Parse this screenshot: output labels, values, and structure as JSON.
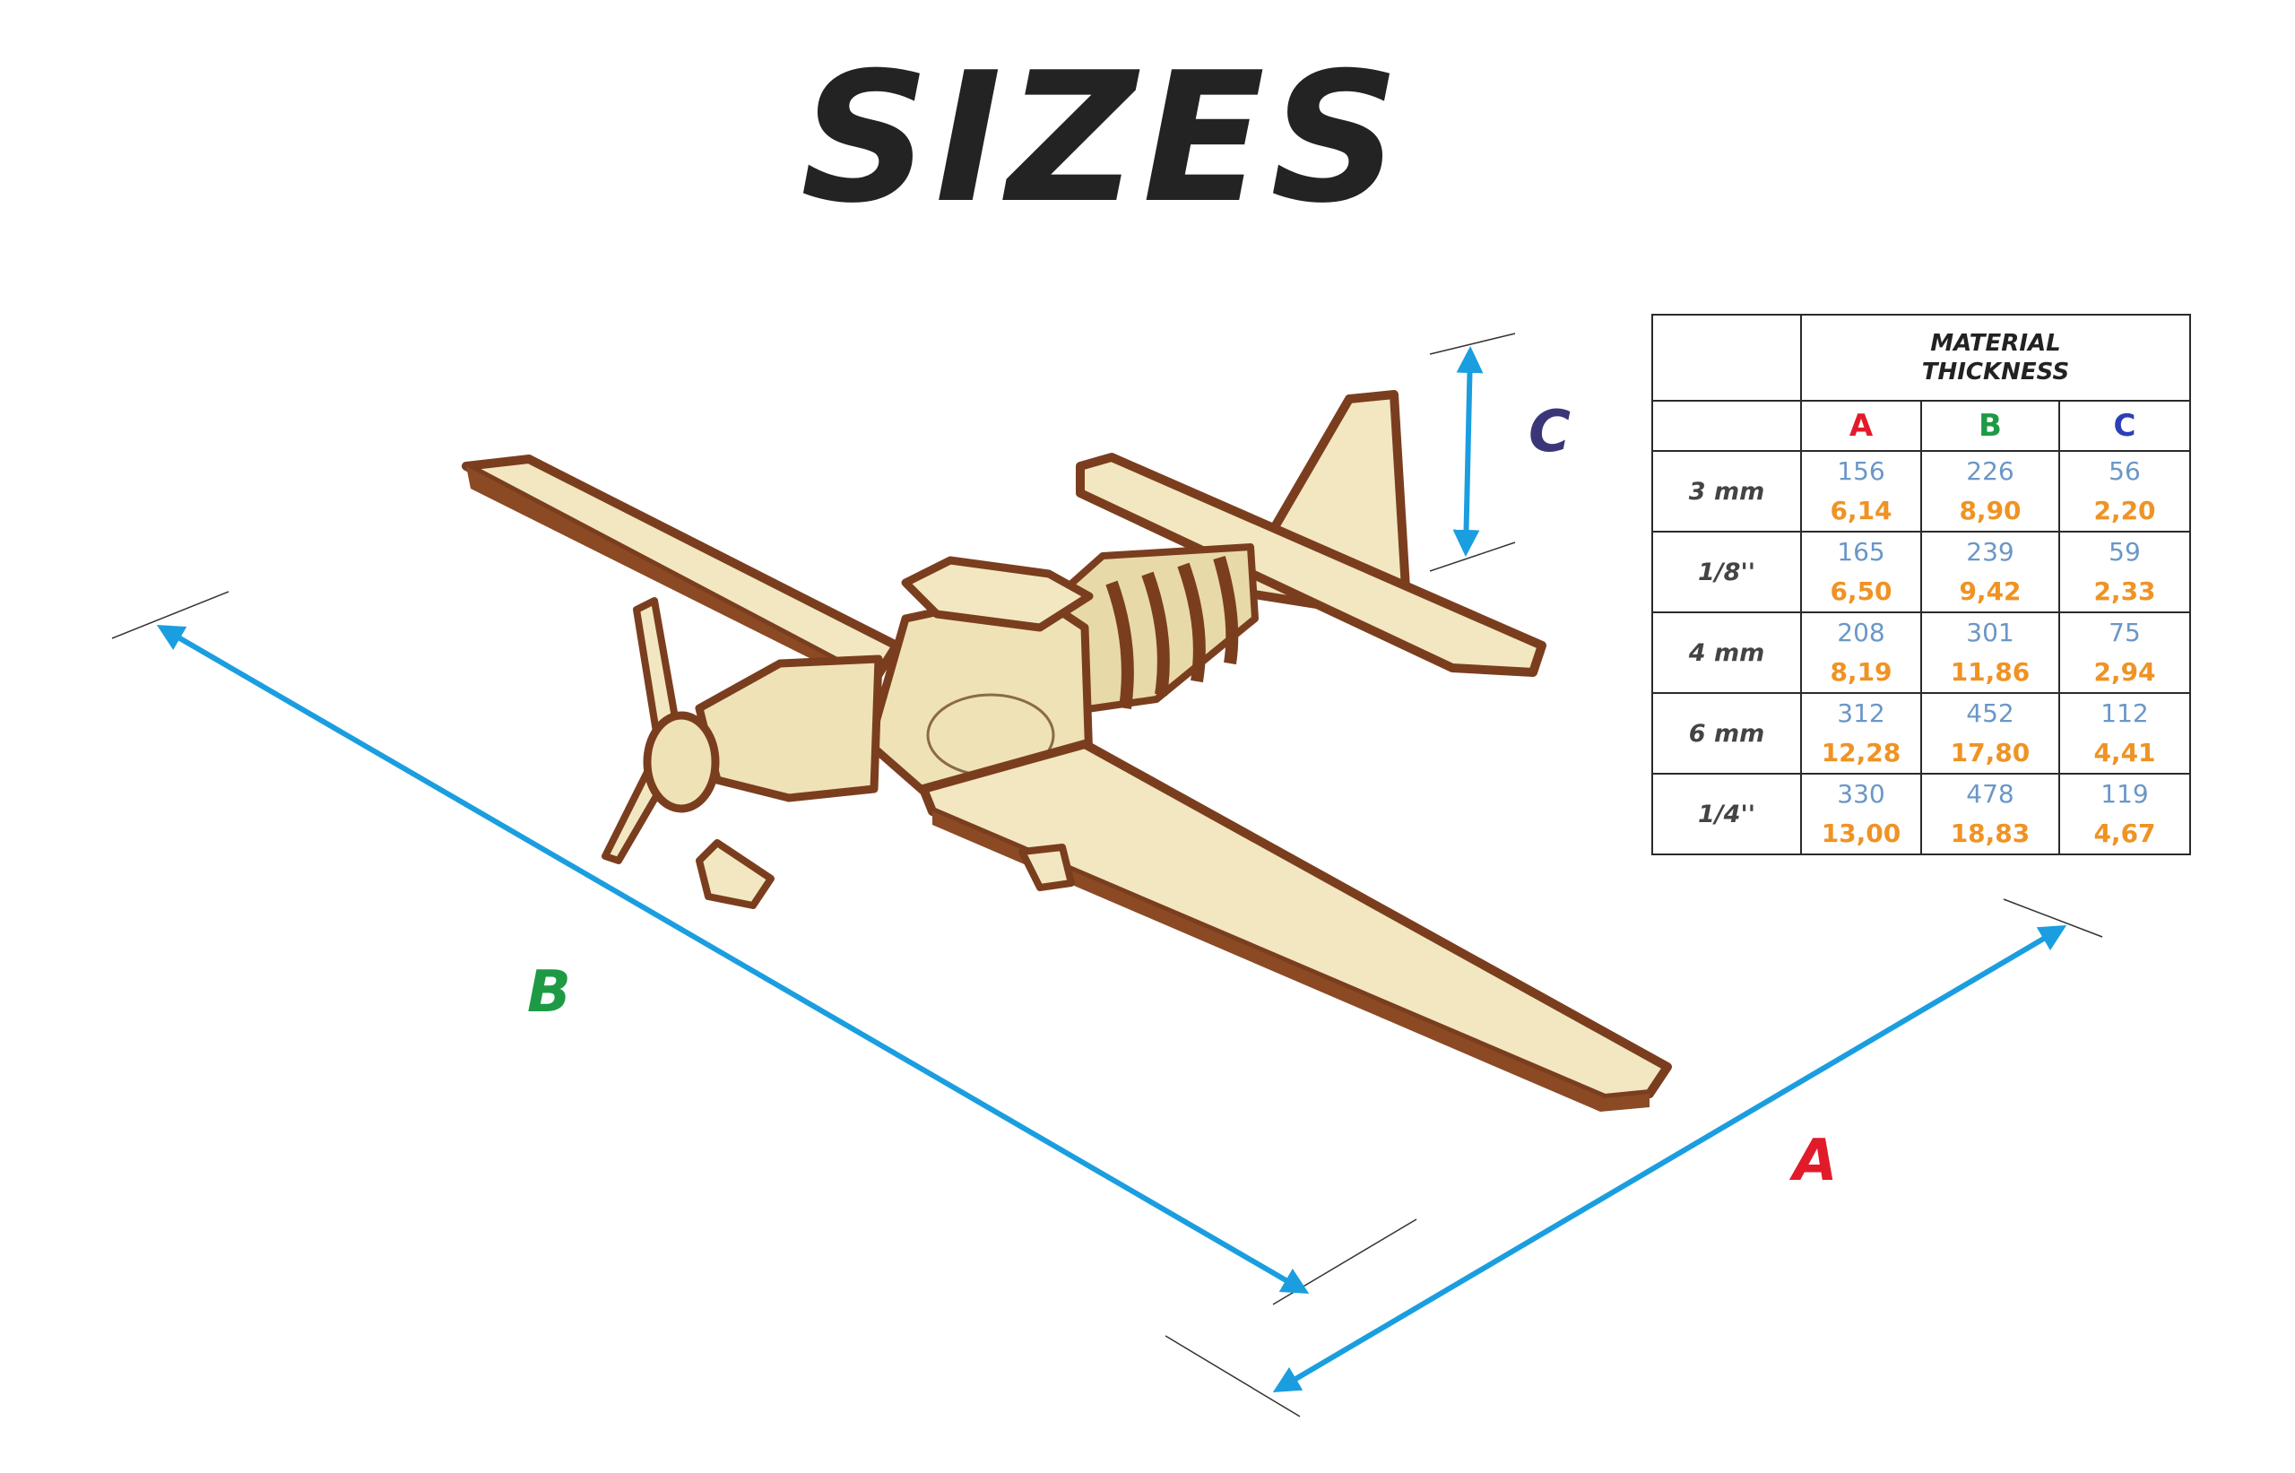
{
  "title": "SIZES",
  "dimension_labels": {
    "a": {
      "text": "A",
      "color": "#e21b2b"
    },
    "b": {
      "text": "B",
      "color": "#1e9a45"
    },
    "c": {
      "text": "C",
      "color": "#3b3678"
    }
  },
  "colors": {
    "arrow": "#1a9ee0",
    "wood_light": "#f2e7c0",
    "wood_mid": "#e8d9a8",
    "wood_edge": "#7a3e1f",
    "mm_value": "#6a97c7",
    "inch_value": "#ef9324"
  },
  "table": {
    "header": [
      "MATERIAL",
      "THICKNESS"
    ],
    "columns": [
      {
        "label": "A",
        "color": "#e21b2b"
      },
      {
        "label": "B",
        "color": "#1e9a45"
      },
      {
        "label": "C",
        "color": "#2b3fb6"
      }
    ],
    "rows": [
      {
        "label": "3 mm",
        "values": [
          [
            "156",
            "6,14"
          ],
          [
            "226",
            "8,90"
          ],
          [
            "56",
            "2,20"
          ]
        ]
      },
      {
        "label": "1/8''",
        "values": [
          [
            "165",
            "6,50"
          ],
          [
            "239",
            "9,42"
          ],
          [
            "59",
            "2,33"
          ]
        ]
      },
      {
        "label": "4 mm",
        "values": [
          [
            "208",
            "8,19"
          ],
          [
            "301",
            "11,86"
          ],
          [
            "75",
            "2,94"
          ]
        ]
      },
      {
        "label": "6 mm",
        "values": [
          [
            "312",
            "12,28"
          ],
          [
            "452",
            "17,80"
          ],
          [
            "112",
            "4,41"
          ]
        ]
      },
      {
        "label": "1/4''",
        "values": [
          [
            "330",
            "13,00"
          ],
          [
            "478",
            "18,83"
          ],
          [
            "119",
            "4,67"
          ]
        ]
      }
    ]
  }
}
